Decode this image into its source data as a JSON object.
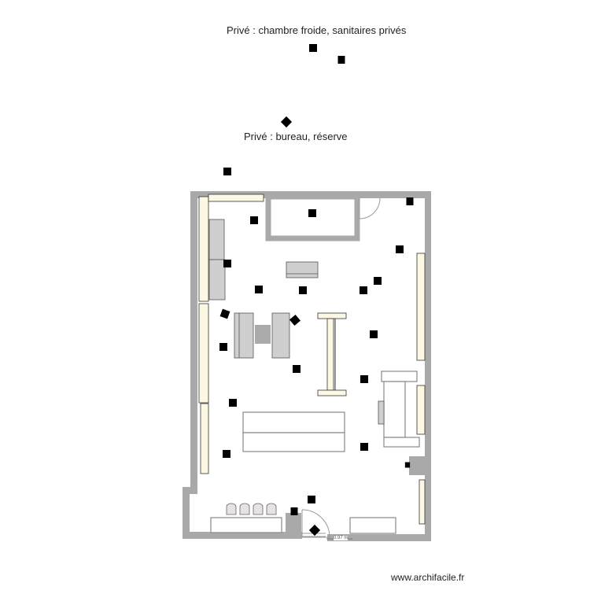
{
  "plan": {
    "zone_labels": [
      "Privé : chambre froide, sanitaires privés",
      "Privé : bureau, réserve"
    ],
    "dimension_label": "0.97 m",
    "watermark": "www.archifacile.fr"
  },
  "colors": {
    "wall": "#a9a9a9",
    "shelf": "#fdf8e4",
    "exit_sign": "#12936a",
    "fire_sign": "#b3203a"
  }
}
